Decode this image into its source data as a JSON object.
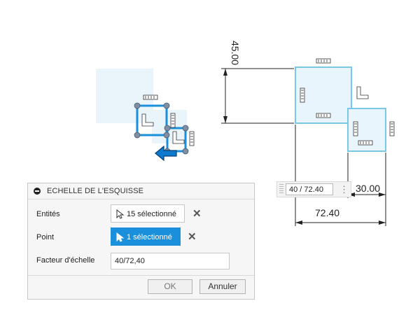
{
  "canvas": {
    "dimensions": {
      "vertical": "45.00",
      "right_small": "30.00",
      "width_total": "72.40"
    },
    "accent_color": "#1a8fdc",
    "selection_color": "#7ac8e8"
  },
  "value_box": {
    "input_value": "40 / 72.40",
    "more_icon": "more-vertical-icon"
  },
  "dialog": {
    "title": "ECHELLE DE L'ESQUISSE",
    "rows": {
      "entities": {
        "label": "Entités",
        "value": "15 sélectionné"
      },
      "point": {
        "label": "Point",
        "value": "1 sélectionné"
      },
      "scale_factor": {
        "label": "Facteur d'échelle",
        "value": "40/72,40"
      }
    },
    "buttons": {
      "ok": "OK",
      "cancel": "Annuler"
    }
  }
}
